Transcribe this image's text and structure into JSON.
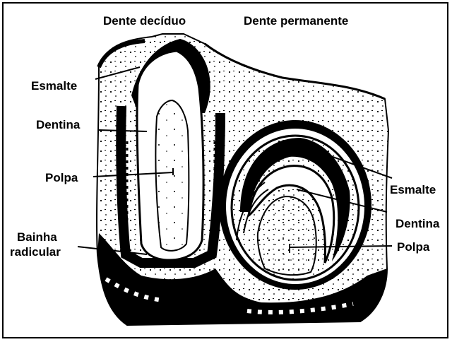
{
  "titles": {
    "deciduous": "Dente decíduo",
    "permanent": "Dente permanente"
  },
  "labels": {
    "left_enamel": "Esmalte",
    "left_dentin": "Dentina",
    "left_pulp": "Polpa",
    "left_sheath_line1": "Bainha",
    "left_sheath_line2": "radicular",
    "right_enamel": "Esmalte",
    "right_dentin": "Dentina",
    "right_pulp": "Polpa"
  },
  "colors": {
    "ink": "#000000",
    "paper": "#ffffff"
  }
}
